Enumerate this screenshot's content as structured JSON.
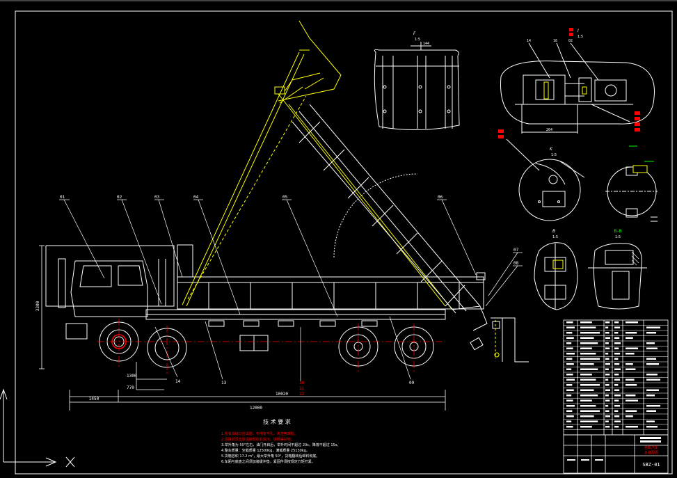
{
  "colors": {
    "background": "#000000",
    "frame": "#ffffff",
    "body_lines": "#ffffff",
    "tipper_lines": "#ffff00",
    "center_lines": "#ff0000",
    "leader_lines": "#ffffff",
    "balloon_text": "#ffffff",
    "tech_red": "#ff0000",
    "green": "#00ff00",
    "cyan": "#00ffff"
  },
  "main_view": {
    "balloons": [
      "01",
      "02",
      "03",
      "04",
      "05",
      "06",
      "07",
      "08",
      "09",
      "10",
      "11",
      "12",
      "13",
      "14"
    ],
    "dimensions": {
      "overall_length": "12000",
      "sub_length": "10020",
      "front_overhang": "1450",
      "cab_height": "3300",
      "wheel_dim": "1300",
      "small_dim": "770"
    }
  },
  "detail_views": {
    "view_f_label": "F",
    "view_f_scale": "1:5",
    "view_i_label": "I",
    "view_i_scale": "1:5",
    "view_k_label": "K",
    "view_k_scale": "1:5",
    "view_b_label": "B",
    "view_b_scale": "1:5",
    "section_label": "B–B",
    "section_scale": "1:5",
    "view_i_balloons": [
      "14",
      "16",
      "02"
    ],
    "dimension_144": "144",
    "dimension_264": "264"
  },
  "tech_requirements": {
    "title": "技 术 要 求",
    "lines": [
      "1.所有焊缝均应焊透，不得有气孔、夹渣等缺陷。",
      "2.焊接前须去除焊接部位的油污、铁锈等杂物。",
      "3.举升角为 50°左右，油门开启后，举升时间不超过 20s，降落不超过 15s。",
      "4.整车质量：空载质量 12500kg，满载质量 25130kg。",
      "5.货箱容积 17.2 m³，最大举升角 50°，货箱翻转后卸料彻底。",
      "6.车厢与底盘之间须加装缓冲垫，紧固件须按规定力矩拧紧。"
    ]
  },
  "title_block": {
    "drawing_no": "SBZ-01",
    "name_line1": "自卸汽车",
    "name_line2": "总装配图"
  }
}
